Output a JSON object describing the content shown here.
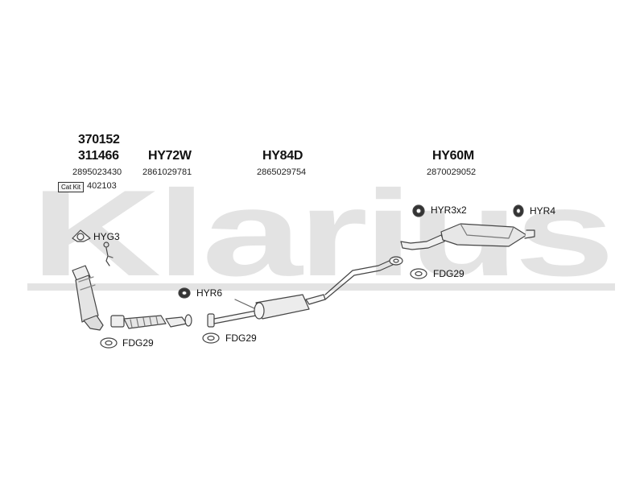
{
  "watermark": "Klarius",
  "codes": {
    "cat_a": "370152",
    "cat_b": "311466",
    "front": "HY72W",
    "center": "HY84D",
    "rear": "HY60M"
  },
  "part_numbers": {
    "cat": "2895023430",
    "front": "2861029781",
    "center": "2865029754",
    "rear": "2870029052"
  },
  "cat_kit": {
    "badge": "Cat Kit",
    "number": "402103"
  },
  "parts": {
    "hyg3": "HYG3",
    "hyr6": "HYR6",
    "hyr3x2": "HYR3x2",
    "hyr4": "HYR4",
    "fdg29_left": "FDG29",
    "fdg29_mid": "FDG29",
    "fdg29_right": "FDG29"
  }
}
